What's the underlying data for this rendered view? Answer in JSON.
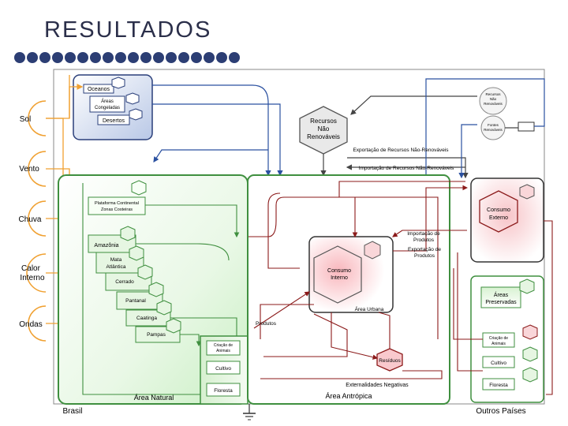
{
  "title": "RESULTADOS",
  "bullet_dots": 18,
  "sources": {
    "sol": "Sol",
    "vento": "Vento",
    "chuva": "Chuva",
    "calor": [
      "Calor",
      "Interno"
    ],
    "ondas": "Ondas"
  },
  "global_box": {
    "oceanos": "Oceanos",
    "areas_congeladas": [
      "Áreas",
      "Congeladas"
    ],
    "desertos": "Desertos"
  },
  "nonrenewable": [
    "Recursos",
    "Não",
    "Renováveis"
  ],
  "top_right": {
    "recursos_nao_renovaveis": [
      "Recursos",
      "Não",
      "Renováveis"
    ],
    "fontes_renovaveis": [
      "Fontes",
      "Renováveis"
    ]
  },
  "flows": {
    "export_nr": "Exportação de Recursos Não-Renováveis",
    "import_nr": "Importação de Recursos Não-Renováveis",
    "import_produtos": [
      "Importação de",
      "Produtos"
    ],
    "export_produtos": [
      "Exportação de",
      "Produtos"
    ],
    "produtos": "Produtos",
    "externalidades": "Externalidades Negativas"
  },
  "natural": {
    "plataforma": [
      "Plataforma Continental",
      "Zonas Costeiras"
    ],
    "amazonia": "Amazônia",
    "mata_atlantica": [
      "Mata",
      "Atlântica"
    ],
    "cerrado": "Cerrado",
    "pantanal": "Pantanal",
    "caatinga": "Caatinga",
    "pampas": "Pampas",
    "label": "Área Natural"
  },
  "production": {
    "criacao": [
      "Criação de",
      "Animais"
    ],
    "cultivo": "Cultivo",
    "floresta": "Floresta"
  },
  "urban": {
    "consumo": [
      "Consumo",
      "Interno"
    ],
    "area_urbana": "Área Urbana",
    "residuos": "Resíduos",
    "area_antropica": "Área Antrópica"
  },
  "others": {
    "consumo_externo": [
      "Consumo",
      "Externo"
    ],
    "areas_preservadas": [
      "Áreas",
      "Preservadas"
    ],
    "criacao": [
      "Criação de",
      "Animais"
    ],
    "cultivo": "Cultivo",
    "floresta": "Floresta",
    "label": "Outros Países"
  },
  "brasil": "Brasil",
  "colors": {
    "title_text": "#2b2f4a",
    "dots": "#2c3e74",
    "sun_flow": "#f0a030",
    "natural_green": "#3f8f3f",
    "anthropic_red": "#8b1a1a",
    "blue_flow": "#2a50a0",
    "gray_flow": "#555555"
  }
}
